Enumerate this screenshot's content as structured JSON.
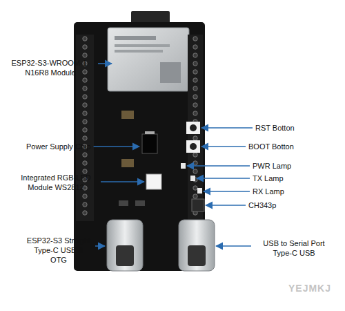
{
  "diagram": {
    "labels": [
      "ESP32-S3-WROOM-1-N16R8 Module",
      "Power Supply Chip",
      "Integrated RGB-LED Module WS2812",
      "ESP32-S3 Straight Type-C USB & OTG",
      "RST Botton",
      "BOOT Botton",
      "PWR Lamp",
      "TX Lamp",
      "RX Lamp",
      "CH343p",
      "USB to Serial Port Type-C USB",
      "YEJMKJ"
    ]
  }
}
